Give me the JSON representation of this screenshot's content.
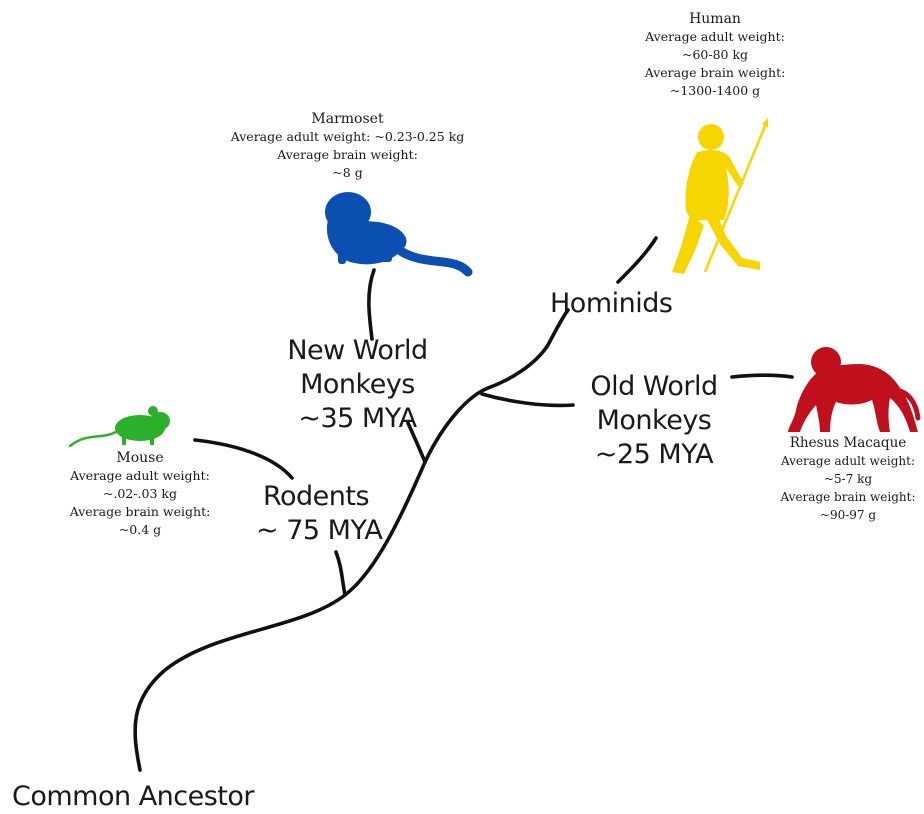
{
  "colors": {
    "branch": "#111111",
    "mouse": "#2ab02a",
    "marmoset": "#0b4fb0",
    "human": "#f7d500",
    "macaque": "#c0101d"
  },
  "nodes": {
    "common_ancestor": "Common Ancestor",
    "rodents": [
      "Rodents",
      "~ 75 MYA"
    ],
    "new_world": [
      "New World",
      "Monkeys",
      "~35 MYA"
    ],
    "old_world": [
      "Old World",
      "Monkeys",
      "~25 MYA"
    ],
    "hominids": "Hominids"
  },
  "species": {
    "mouse": {
      "name": "Mouse",
      "lines": [
        "Average adult weight:",
        "~.02-.03 kg",
        "Average brain weight:",
        "~0.4 g"
      ],
      "icon": "mouse-silhouette-icon"
    },
    "marmoset": {
      "name": "Marmoset",
      "lines": [
        "Average adult weight: ~0.23-0.25 kg",
        "Average brain weight:",
        "~8 g"
      ],
      "icon": "marmoset-silhouette-icon"
    },
    "human": {
      "name": "Human",
      "lines": [
        "Average adult weight:",
        "~60-80 kg",
        "Average brain weight:",
        "~1300-1400 g"
      ],
      "icon": "human-silhouette-icon"
    },
    "macaque": {
      "name": "Rhesus Macaque",
      "lines": [
        "Average adult weight:",
        "~5-7 kg",
        "Average brain weight:",
        "~90-97 g"
      ],
      "icon": "macaque-silhouette-icon"
    }
  }
}
